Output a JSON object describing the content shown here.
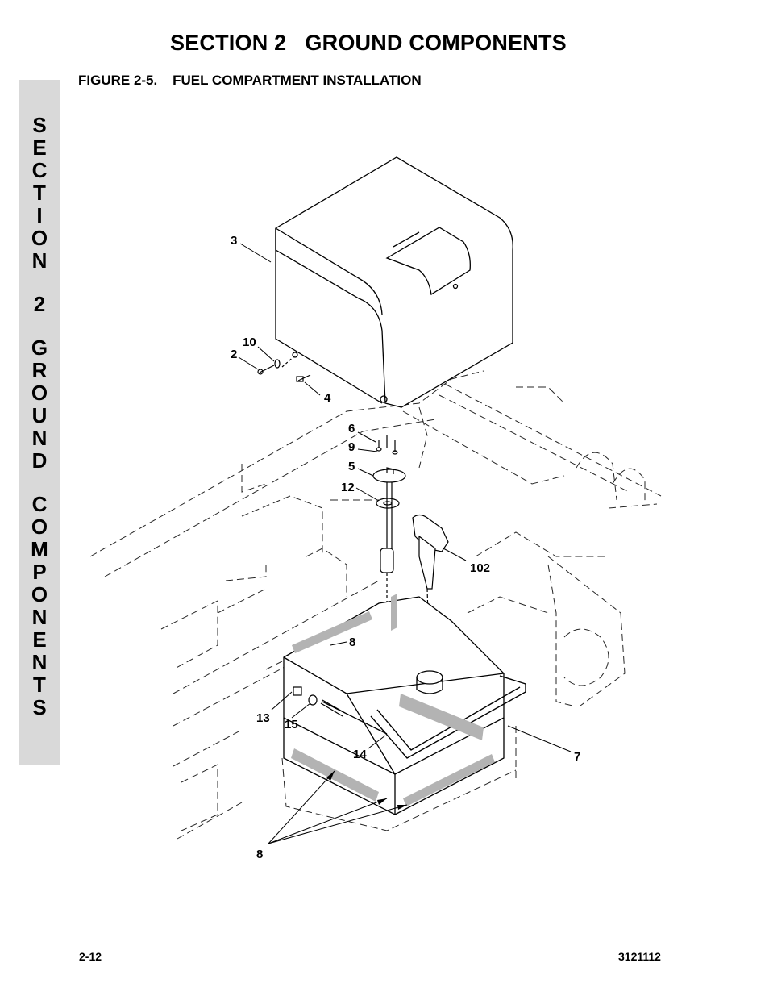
{
  "header": {
    "section_title": "SECTION 2   GROUND COMPONENTS"
  },
  "side_tab": {
    "lines": [
      "SECTION",
      "2",
      "GROUND",
      "COMPONENTS"
    ]
  },
  "figure": {
    "title": "FIGURE 2-5.    FUEL COMPARTMENT INSTALLATION"
  },
  "callouts": {
    "c3": "3",
    "c10": "10",
    "c2": "2",
    "c4": "4",
    "c6": "6",
    "c9": "9",
    "c5": "5",
    "c12": "12",
    "c102": "102",
    "c8a": "8",
    "c13": "13",
    "c15": "15",
    "c14": "14",
    "c7": "7",
    "c8b": "8"
  },
  "footer": {
    "page_number": "2-12",
    "doc_number": "3121112"
  }
}
